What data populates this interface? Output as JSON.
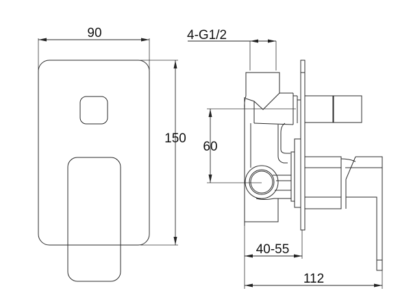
{
  "drawing": {
    "type": "technical-dimension-drawing",
    "subject": "concealed shower mixer with diverter",
    "units": "mm",
    "front_view": {
      "width_label": "90",
      "height_label": "150"
    },
    "side_view": {
      "thread_label": "4-G1/2",
      "outlet_spacing_label": "60",
      "wall_depth_label": "40-55",
      "total_depth_label": "112"
    },
    "colors": {
      "line": "#2a2a2a",
      "background": "#ffffff"
    }
  }
}
